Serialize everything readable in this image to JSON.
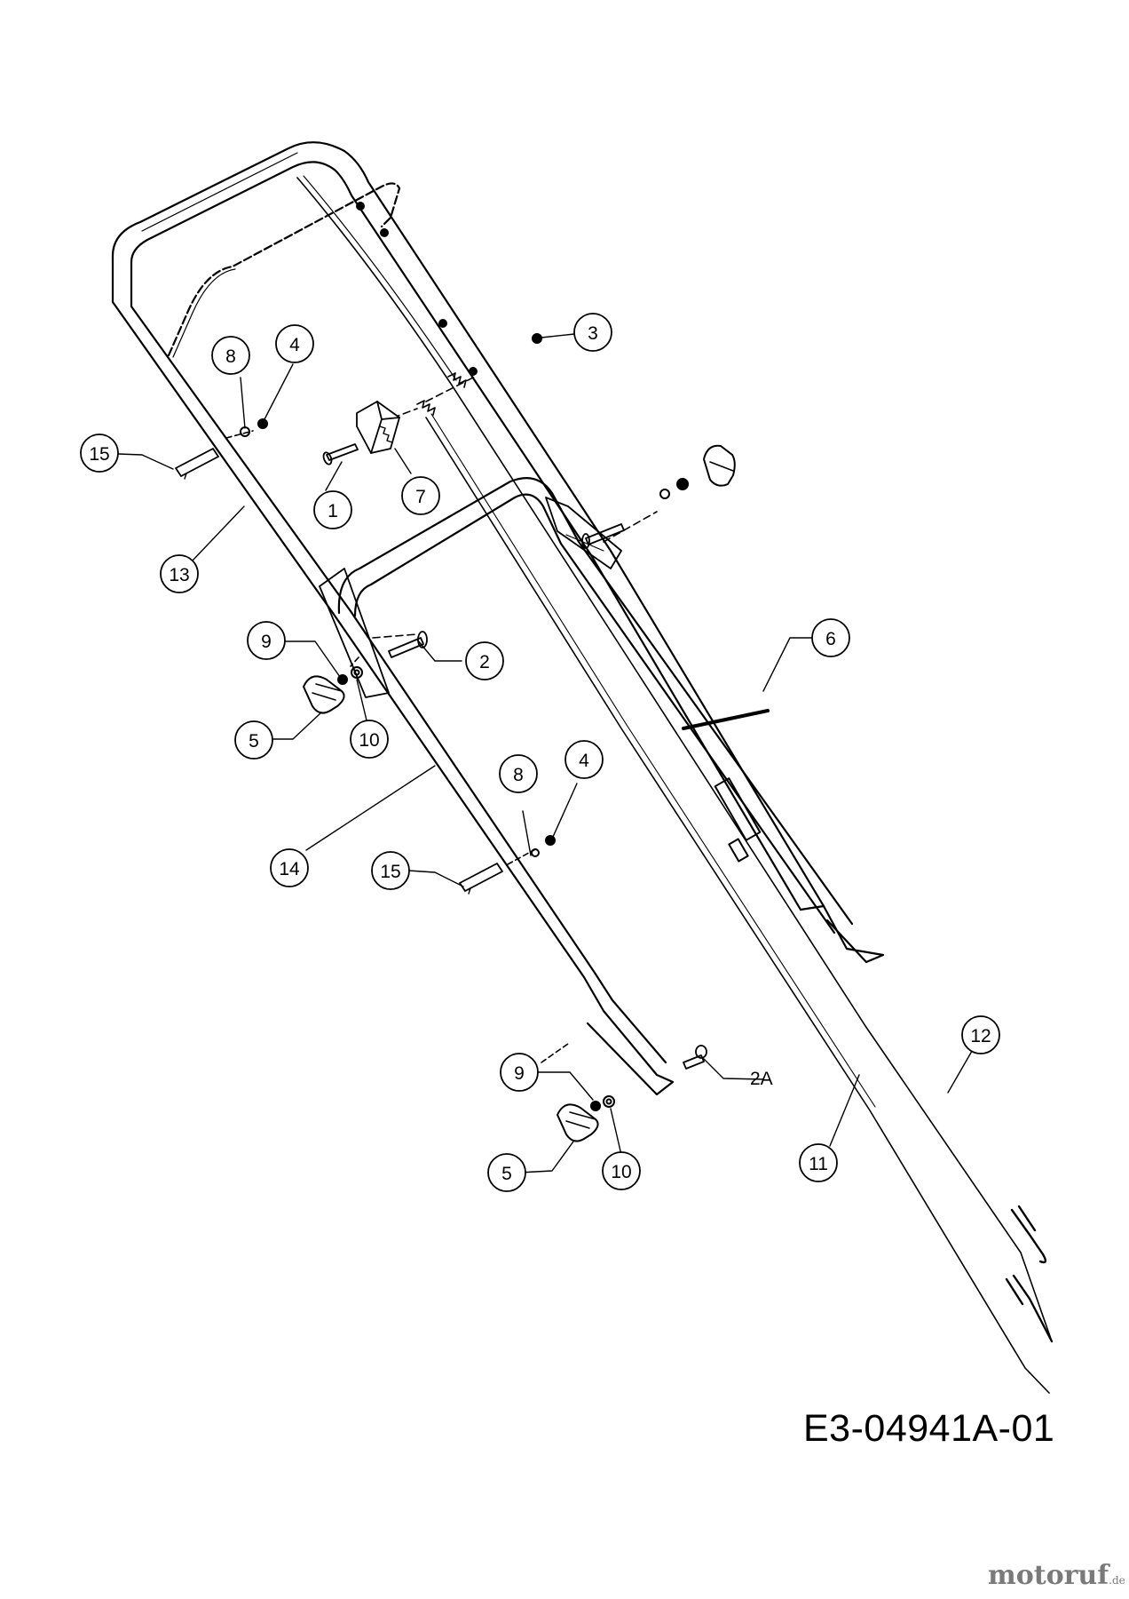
{
  "callouts": [
    {
      "label": "15"
    },
    {
      "label": "8"
    },
    {
      "label": "4"
    },
    {
      "label": "3"
    },
    {
      "label": "1"
    },
    {
      "label": "7"
    },
    {
      "label": "13"
    },
    {
      "label": "9"
    },
    {
      "label": "2"
    },
    {
      "label": "6"
    },
    {
      "label": "5"
    },
    {
      "label": "10"
    },
    {
      "label": "14"
    },
    {
      "label": "8"
    },
    {
      "label": "4"
    },
    {
      "label": "15"
    },
    {
      "label": "9"
    },
    {
      "label": "5"
    },
    {
      "label": "10"
    },
    {
      "label": "12"
    },
    {
      "label": "11"
    }
  ],
  "plain_labels": [
    {
      "label": "2A"
    }
  ],
  "drawing_code": "E3-04941A-01",
  "watermark": {
    "name": "motoruf",
    "suffix": ".de"
  },
  "colors": {
    "line": "#000000",
    "background": "#ffffff",
    "watermark": "#7a7a7a"
  }
}
